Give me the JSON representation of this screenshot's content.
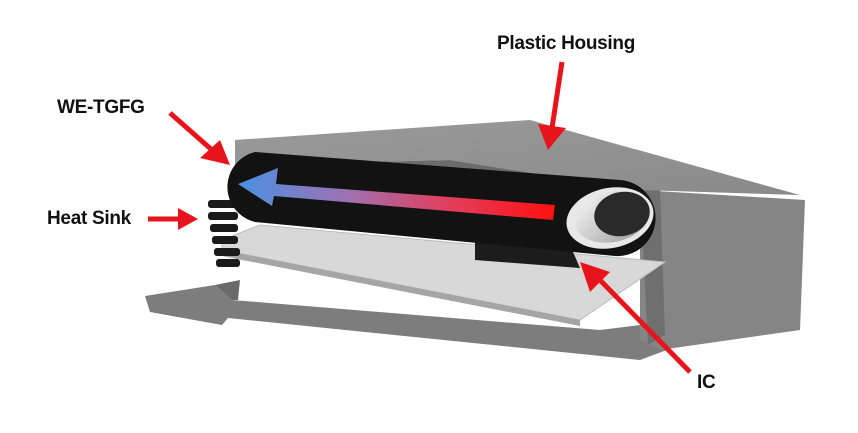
{
  "labels": {
    "plastic_housing": "Plastic Housing",
    "we_tgfg": "WE-TGFG",
    "heat_sink": "Heat Sink",
    "ic": "IC"
  },
  "colors": {
    "arrow": "#e8141b",
    "housing": "#8a8a8a",
    "gradient_hot": "#ff1a1a",
    "gradient_cold": "#4a8ee0"
  }
}
